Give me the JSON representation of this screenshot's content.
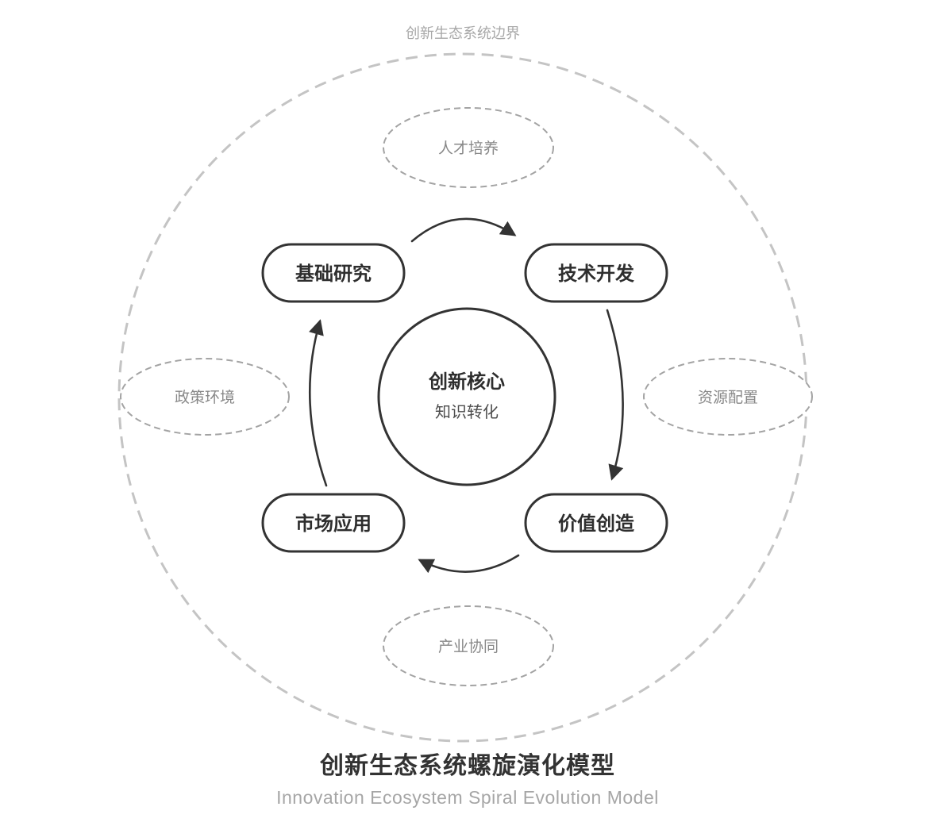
{
  "boundary": {
    "label": "创新生态系统边界"
  },
  "core": {
    "title": "创新核心",
    "subtitle": "知识转化"
  },
  "stages": [
    {
      "id": "basic-research",
      "label": "基础研究"
    },
    {
      "id": "tech-development",
      "label": "技术开发"
    },
    {
      "id": "value-creation",
      "label": "价值创造"
    },
    {
      "id": "market-application",
      "label": "市场应用"
    }
  ],
  "factors": [
    {
      "id": "talent-cultivation",
      "label": "人才培养"
    },
    {
      "id": "policy-environment",
      "label": "政策环境"
    },
    {
      "id": "resource-allocation",
      "label": "资源配置"
    },
    {
      "id": "industry-collaboration",
      "label": "产业协同"
    }
  ],
  "footer": {
    "title": "创新生态系统螺旋演化模型",
    "subtitle": "Innovation Ecosystem Spiral Evolution Model"
  },
  "colors": {
    "node_stroke": "#333333",
    "node_fill": "#ffffff",
    "node_text": "#2e2e2e",
    "arrow": "#333333",
    "dashed_ellipse_stroke": "#a3a3a3",
    "factor_text": "#888888",
    "boundary_stroke": "#c4c4c4",
    "boundary_text": "#a8a8a8",
    "core_subtitle_text": "#4d4d4d",
    "title_text": "#333333",
    "subtitle_text": "#a6a6a6"
  }
}
